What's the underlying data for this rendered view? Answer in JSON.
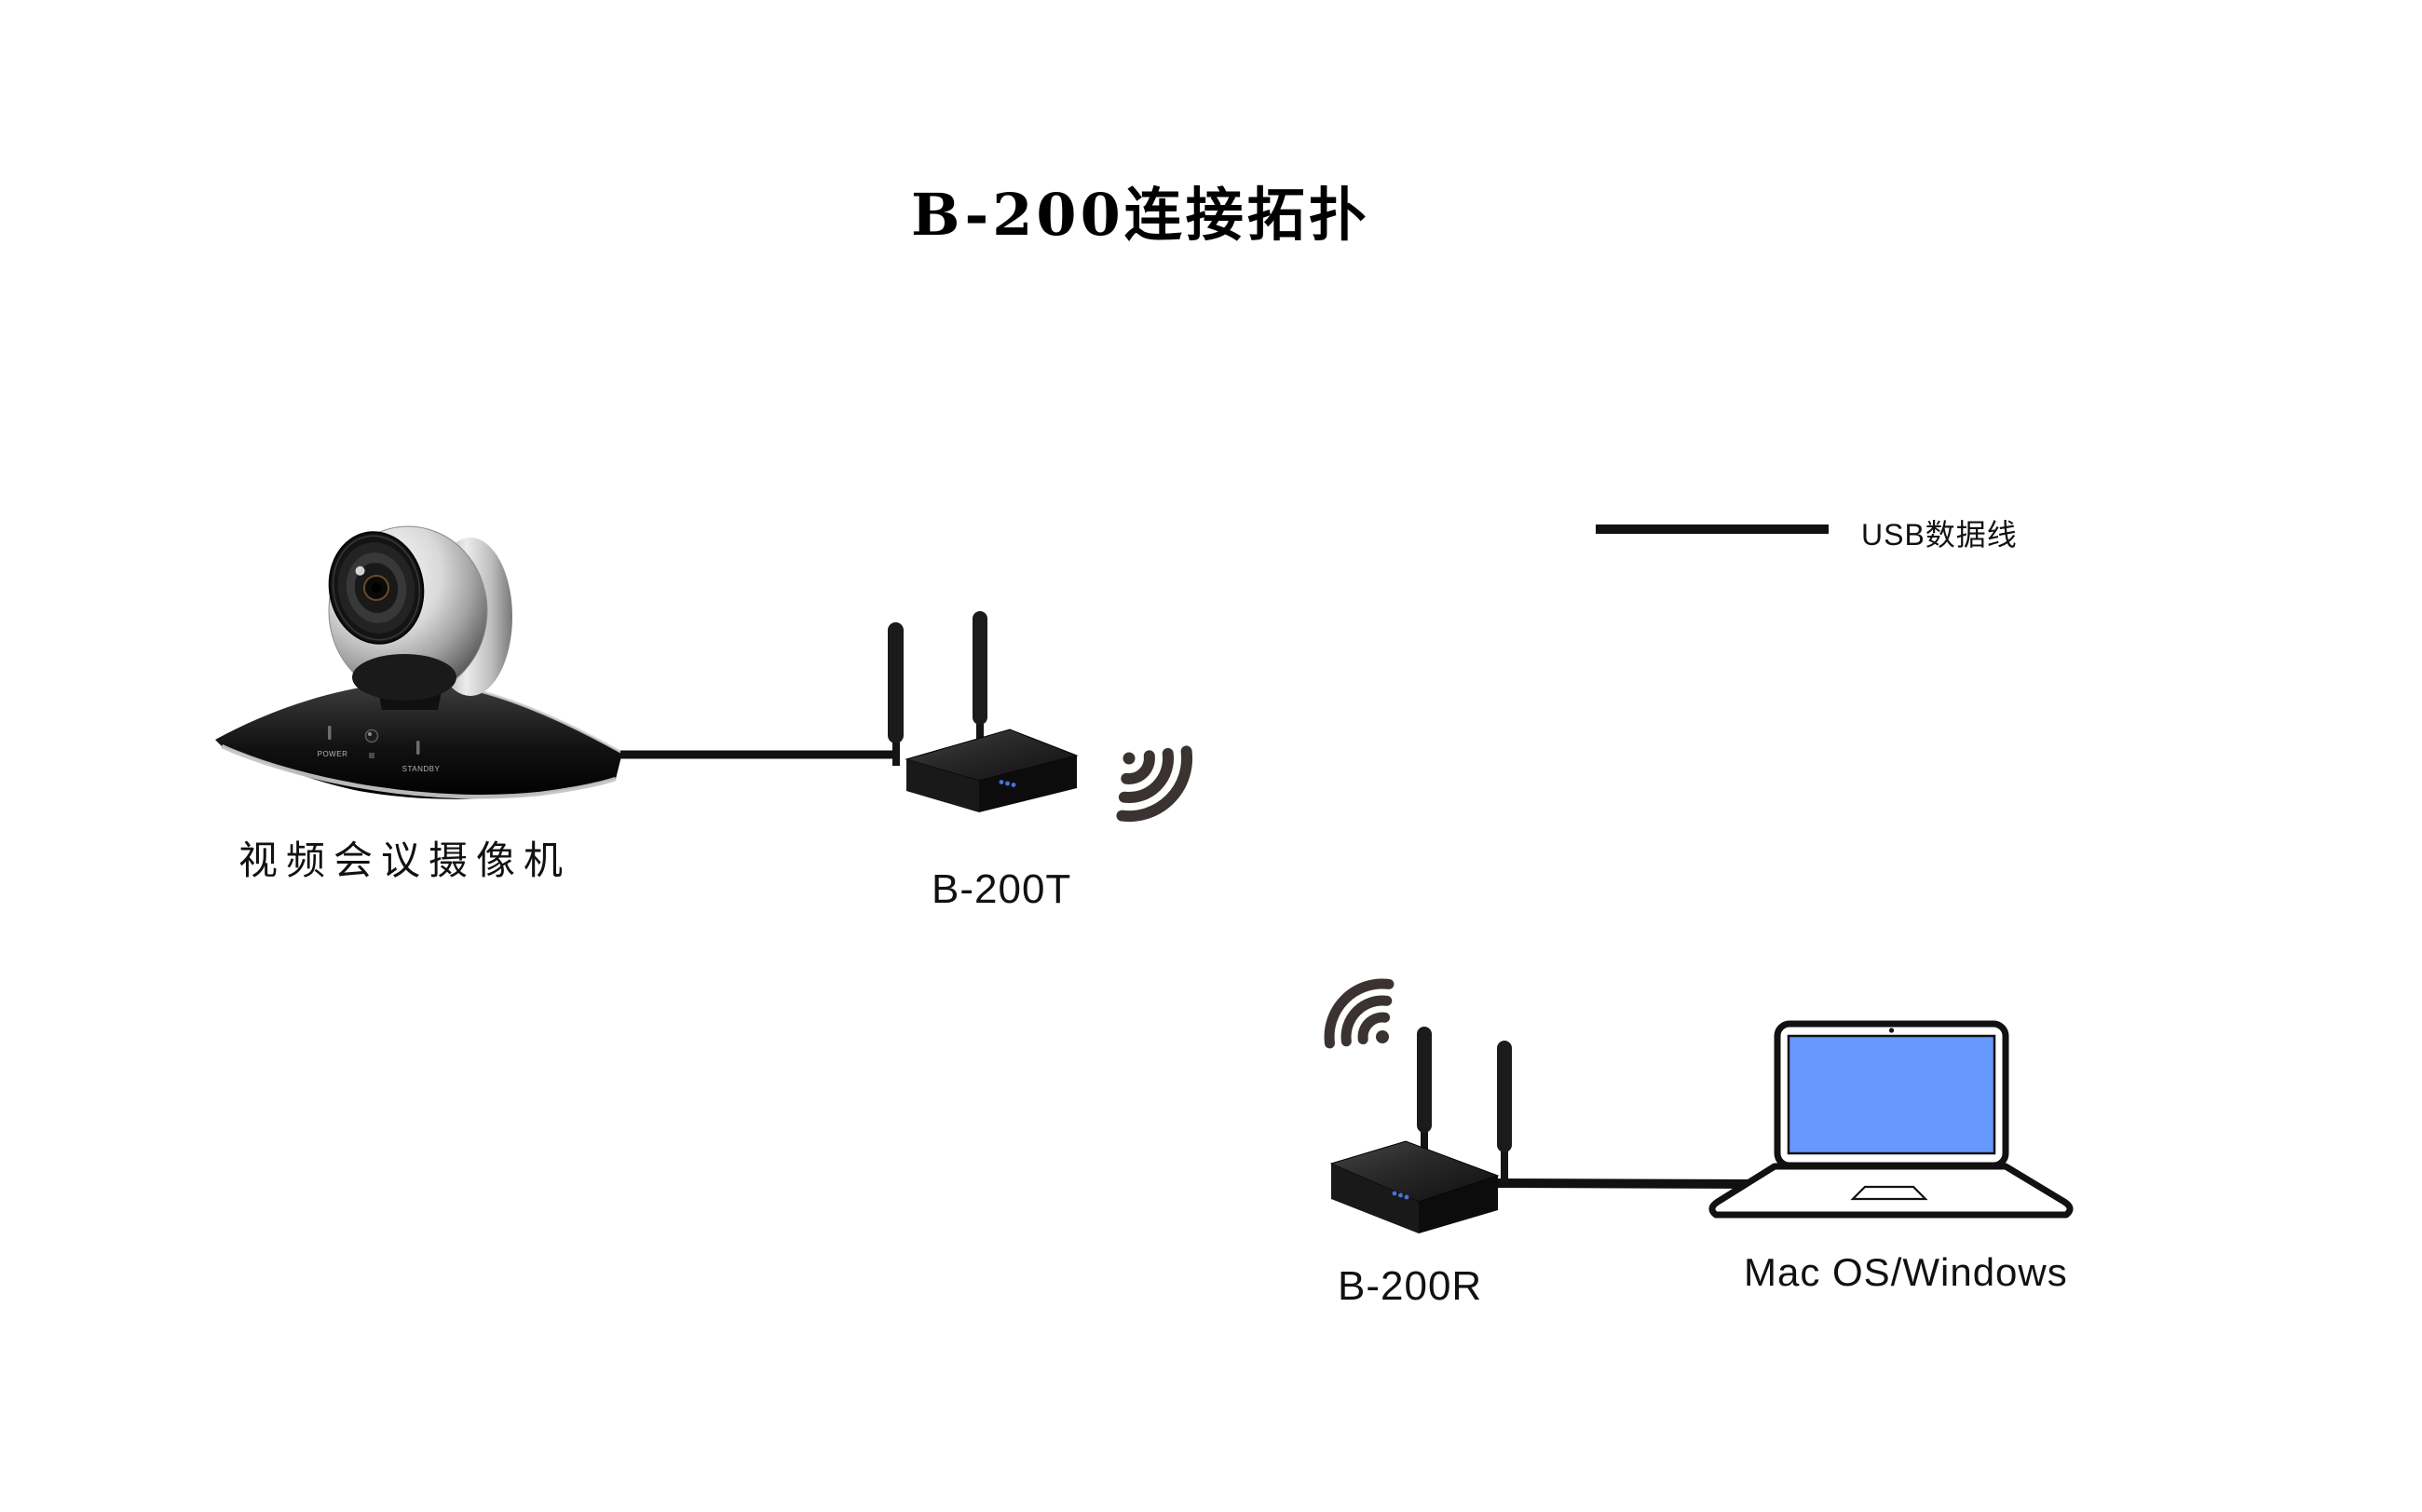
{
  "title": "B-200连接拓扑",
  "legend": {
    "label": "USB数据线"
  },
  "devices": {
    "camera": {
      "label": "视频会议摄像机",
      "panel": {
        "power_led": "POWER",
        "standby_led": "STANDBY"
      }
    },
    "transmitter": {
      "label": "B-200T"
    },
    "receiver": {
      "label": "B-200R"
    },
    "computer": {
      "label": "Mac OS/Windows"
    }
  },
  "connections": [
    {
      "from": "视频会议摄像机",
      "to": "B-200T",
      "type": "USB数据线"
    },
    {
      "from": "B-200T",
      "to": "B-200R",
      "type": "wireless"
    },
    {
      "from": "B-200R",
      "to": "Mac OS/Windows",
      "type": "USB数据线"
    }
  ],
  "colors": {
    "background": "#ffffff",
    "cable": "#111111",
    "text": "#111111",
    "laptop_screen": "#6699fb",
    "laptop_outline": "#111111",
    "led_blue": "#4873d6",
    "wifi_icon": "#3a3331",
    "device_body": "#141414"
  }
}
